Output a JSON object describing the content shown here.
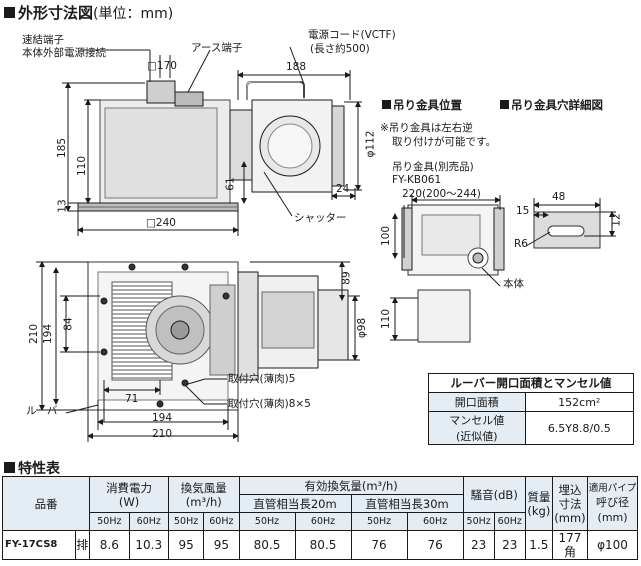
{
  "drawing": {
    "title": "外形寸法図",
    "unit": "(単位：mm)",
    "labels": {
      "terminal_1": "速結端子",
      "terminal_2": "本体外部電源接続",
      "earth": "アース端子",
      "cord_1": "電源コード(VCTF)",
      "cord_2": "(長さ約500)",
      "shutter": "シャッター",
      "louver": "ルーバー",
      "hole_5": "取付穴(薄肉)5",
      "hole_8x5": "取付穴(薄肉)8×5"
    },
    "dims": {
      "sq170": "□170",
      "d188": "188",
      "d185": "185",
      "d110": "110",
      "d13": "13",
      "d61": "61",
      "d24": "24",
      "phi112": "φ112",
      "sq240": "□240",
      "d89": "89",
      "phi98": "φ98",
      "d210v": "210",
      "d84": "84",
      "d194v": "194",
      "d71": "71",
      "d194h": "194",
      "d210h": "210"
    }
  },
  "hanger": {
    "title_pos": "吊り金具位置",
    "title_hole": "吊り金具穴詳細図",
    "note_1": "※吊り金具は左右逆",
    "note_2": "取り付けが可能です。",
    "part_1": "吊り金具(別売品)",
    "part_2": "FY-KB061",
    "dims": {
      "d220": "220(200〜244)",
      "d100": "100",
      "d110": "110",
      "d48": "48",
      "d15": "15",
      "d12": "12",
      "r6": "R6",
      "body": "本体"
    }
  },
  "louver_table": {
    "title": "ルーバー開口面積とマンセル値",
    "rows": [
      {
        "label": "開口面積",
        "value": "152cm²"
      },
      {
        "label_1": "マンセル値",
        "label_2": "(近似値)",
        "value": "6.5Y8.8/0.5"
      }
    ]
  },
  "spec": {
    "title": "特性表",
    "headers": {
      "model": "品番",
      "power": "消費電力",
      "power_unit": "(W)",
      "airflow": "換気風量",
      "airflow_unit": "(m³/h)",
      "effective": "有効換気量",
      "effective_unit": "(m³/h)",
      "pipe20": "直管相当長20m",
      "pipe30": "直管相当長30m",
      "noise": "騒音",
      "noise_unit": "(dB)",
      "mass": "質量",
      "mass_unit": "(kg)",
      "embed_1": "埋込",
      "embed_2": "寸法",
      "embed_unit": "(mm)",
      "pipe_1": "適用パイプ",
      "pipe_2": "呼び径",
      "pipe_unit": "(mm)",
      "hz50": "50Hz",
      "hz60": "60Hz"
    },
    "row": {
      "model": "FY-17CS8",
      "mode": "排",
      "power50": "8.6",
      "power60": "10.3",
      "air50": "95",
      "air60": "95",
      "e20_50": "80.5",
      "e20_60": "80.5",
      "e30_50": "76",
      "e30_60": "76",
      "noise50": "23",
      "noise60": "23",
      "mass": "1.5",
      "embed": "177角",
      "pipe": "φ100"
    }
  }
}
